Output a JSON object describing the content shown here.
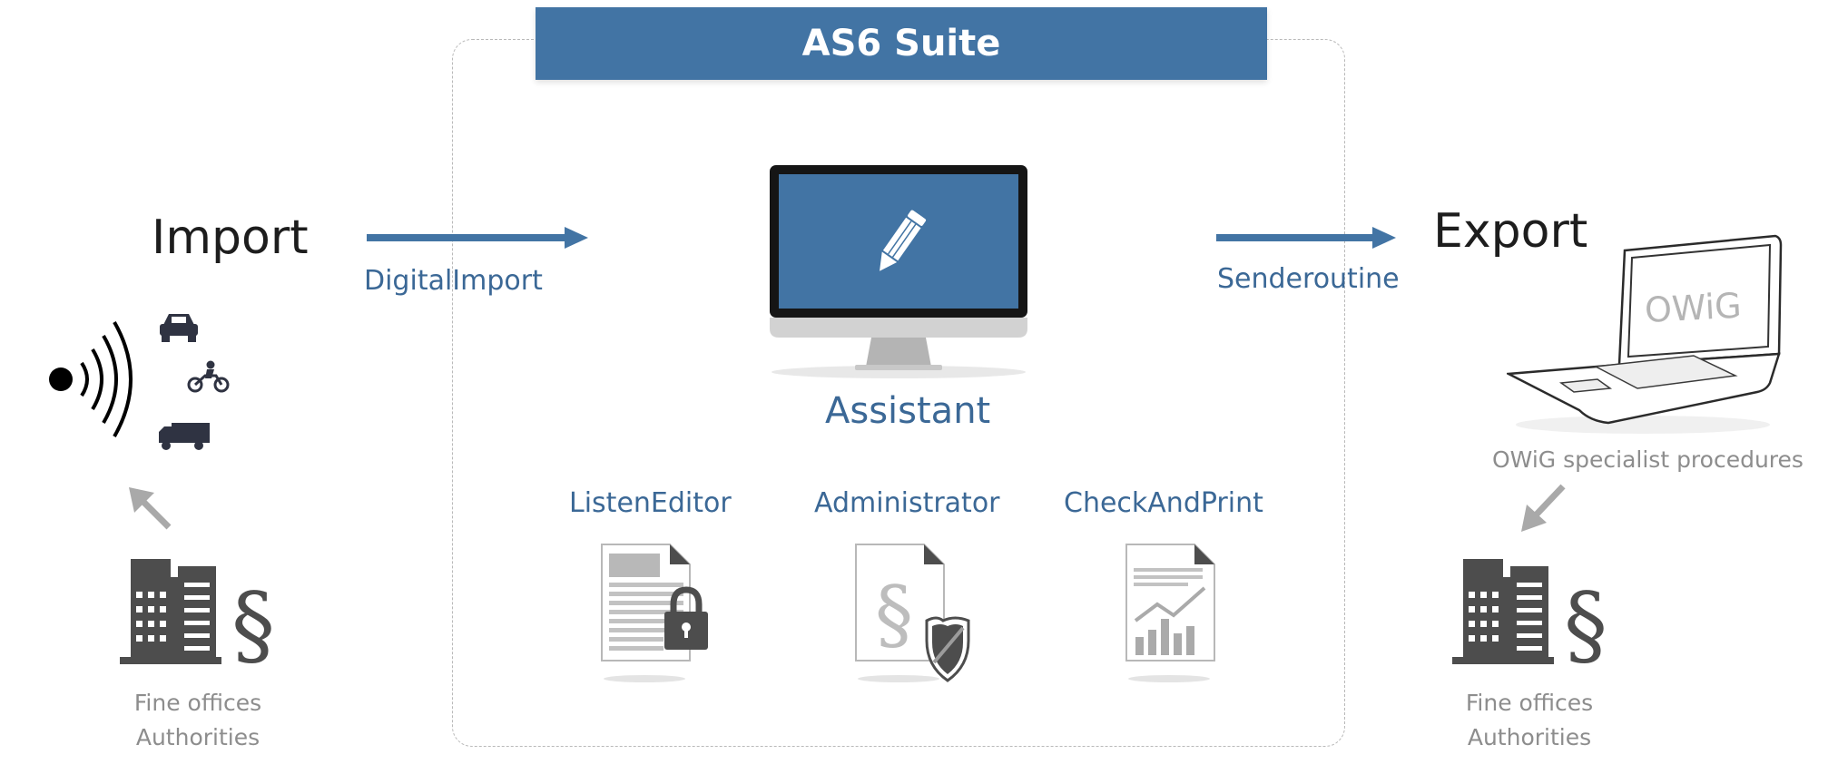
{
  "suite": {
    "title": "AS6 Suite"
  },
  "import": {
    "title": "Import",
    "arrow_label": "DigitalImport"
  },
  "export": {
    "title": "Export",
    "arrow_label": "Senderoutine"
  },
  "assistant": {
    "label": "Assistant"
  },
  "modules": [
    {
      "label": "ListenEditor",
      "icon": "document-lock-icon"
    },
    {
      "label": "Administrator",
      "icon": "document-shield-icon"
    },
    {
      "label": "CheckAndPrint",
      "icon": "document-chart-icon"
    }
  ],
  "left_offices": {
    "line1": "Fine offices",
    "line2": "Authorities"
  },
  "right_offices": {
    "line1": "Fine offices",
    "line2": "Authorities"
  },
  "owig": {
    "screen_text": "OWiG",
    "caption": "OWiG specialist procedures"
  },
  "colors": {
    "accent": "#4274a4",
    "text_blue": "#3b6896",
    "grey": "#8d8d8d",
    "dark_icon": "#4d4d4d"
  }
}
